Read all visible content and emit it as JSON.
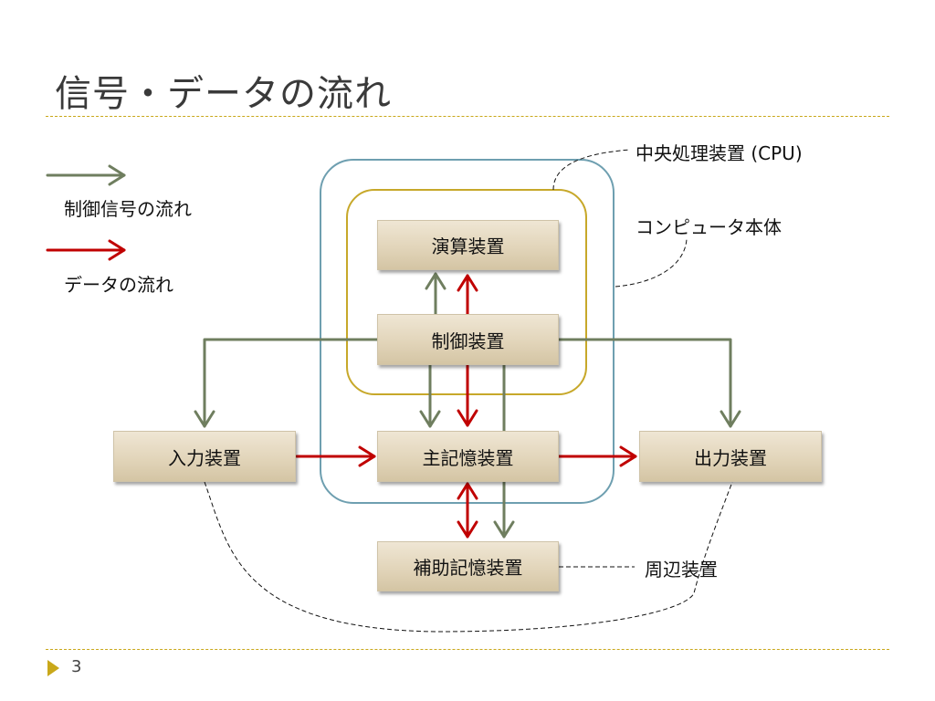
{
  "slide": {
    "title": "信号・データの流れ",
    "page_number": "3"
  },
  "legend": {
    "control_flow_label": "制御信号の流れ",
    "data_flow_label": "データの流れ"
  },
  "boxes": {
    "arithmetic": "演算装置",
    "control": "制御装置",
    "main_memory": "主記憶装置",
    "input": "入力装置",
    "output": "出力装置",
    "auxiliary": "補助記憶装置"
  },
  "annotations": {
    "cpu": "中央処理装置 (CPU)",
    "computer_body": "コンピュータ本体",
    "peripherals": "周辺装置"
  },
  "colors": {
    "control_arrow": "#6f7e5f",
    "data_arrow": "#c00000",
    "cpu_outline": "#c7a82a",
    "body_outline": "#6e9fb0",
    "accent_rule": "#c9a81a"
  }
}
